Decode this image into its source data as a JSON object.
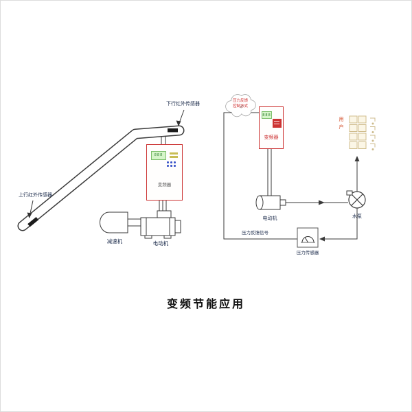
{
  "title": "变频节能应用",
  "colors": {
    "line": "#3a3a3a",
    "accent_red": "#cc3333",
    "display_green": "#d6f5c9",
    "label_blue": "#1a2a4a",
    "users_orange": "#d2451e",
    "tan": "#cdbb8c"
  },
  "escalator_system": {
    "down_sensor_label": "下行红外传感器",
    "up_sensor_label": "上行红外传感器",
    "vfd_display": "888",
    "vfd_label": "变频器",
    "reducer_label": "减速机",
    "motor_label": "电动机"
  },
  "pump_system": {
    "cloud_note": "压力反馈\n控制方式",
    "vfd_display": "888",
    "vfd_label": "变频器",
    "motor_label": "电动机",
    "pump_label": "水泵",
    "users_label": "用\n户",
    "feedback_signal_label": "压力反馈信号",
    "pressure_sensor_label": "压力传感器"
  }
}
